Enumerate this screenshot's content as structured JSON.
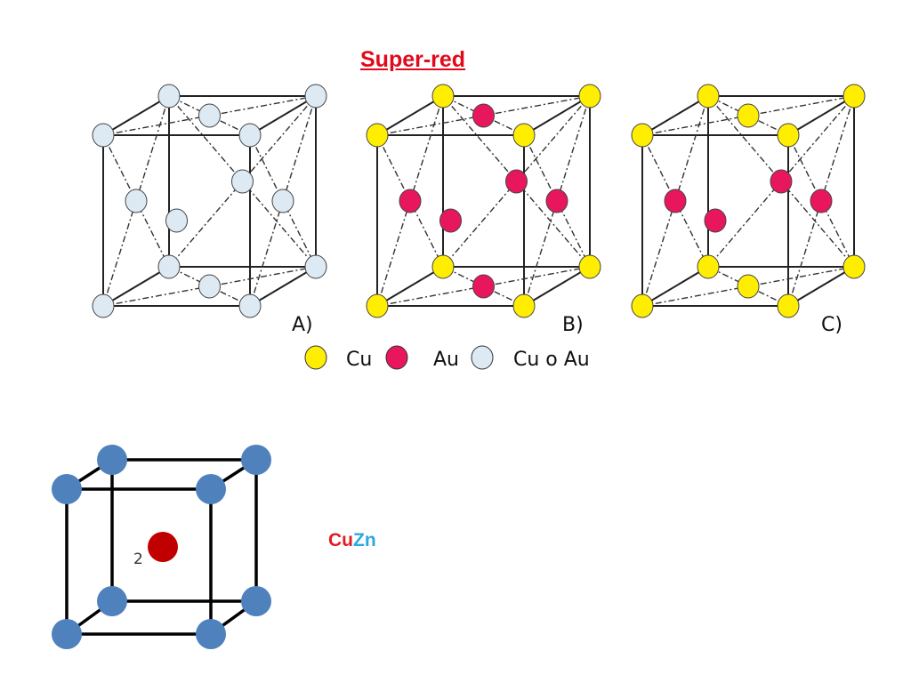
{
  "title": "Super-red",
  "panels": [
    {
      "label": "A)",
      "kind": "disordered"
    },
    {
      "label": "B)",
      "kind": "ordered-Au-vertical-faces"
    },
    {
      "label": "C)",
      "kind": "ordered-Au-side-faces"
    }
  ],
  "legend": [
    {
      "label": "Cu",
      "color": "#ffee00"
    },
    {
      "label": "Au",
      "color": "#e8175d"
    },
    {
      "label": "Cu o Au",
      "color": "#dde9f3"
    }
  ],
  "bcc": {
    "center_label": "2",
    "corner_color": "#4f81bd",
    "center_color": "#c00000"
  },
  "compound": {
    "part1": "Cu",
    "part2": "Zn"
  }
}
